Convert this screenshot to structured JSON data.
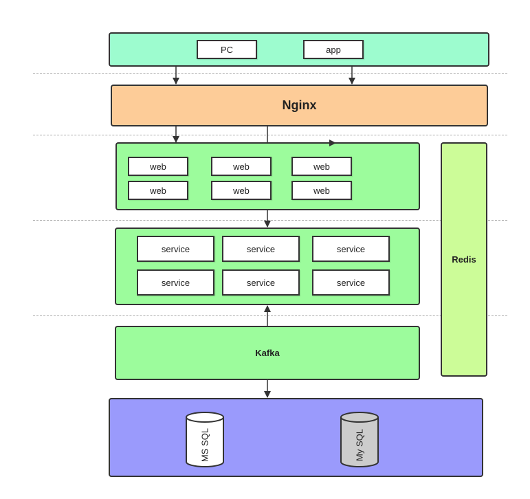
{
  "colors": {
    "client_band": "#9dfccf",
    "nginx": "#fdcc98",
    "layer_green": "#9cfc9c",
    "redis": "#ccfc98",
    "db_band": "#9a9afc",
    "db_gray": "#cccccc"
  },
  "clients": {
    "pc": "PC",
    "app": "app"
  },
  "nginx": {
    "label": "Nginx"
  },
  "web": {
    "items": [
      "web",
      "web",
      "web",
      "web",
      "web",
      "web"
    ]
  },
  "services": {
    "items": [
      "service",
      "service",
      "service",
      "service",
      "service",
      "service"
    ]
  },
  "kafka": {
    "label": "Kafka"
  },
  "redis": {
    "label": "Redis"
  },
  "databases": {
    "mssql": "MS SQL",
    "mysql": "My SQL"
  }
}
